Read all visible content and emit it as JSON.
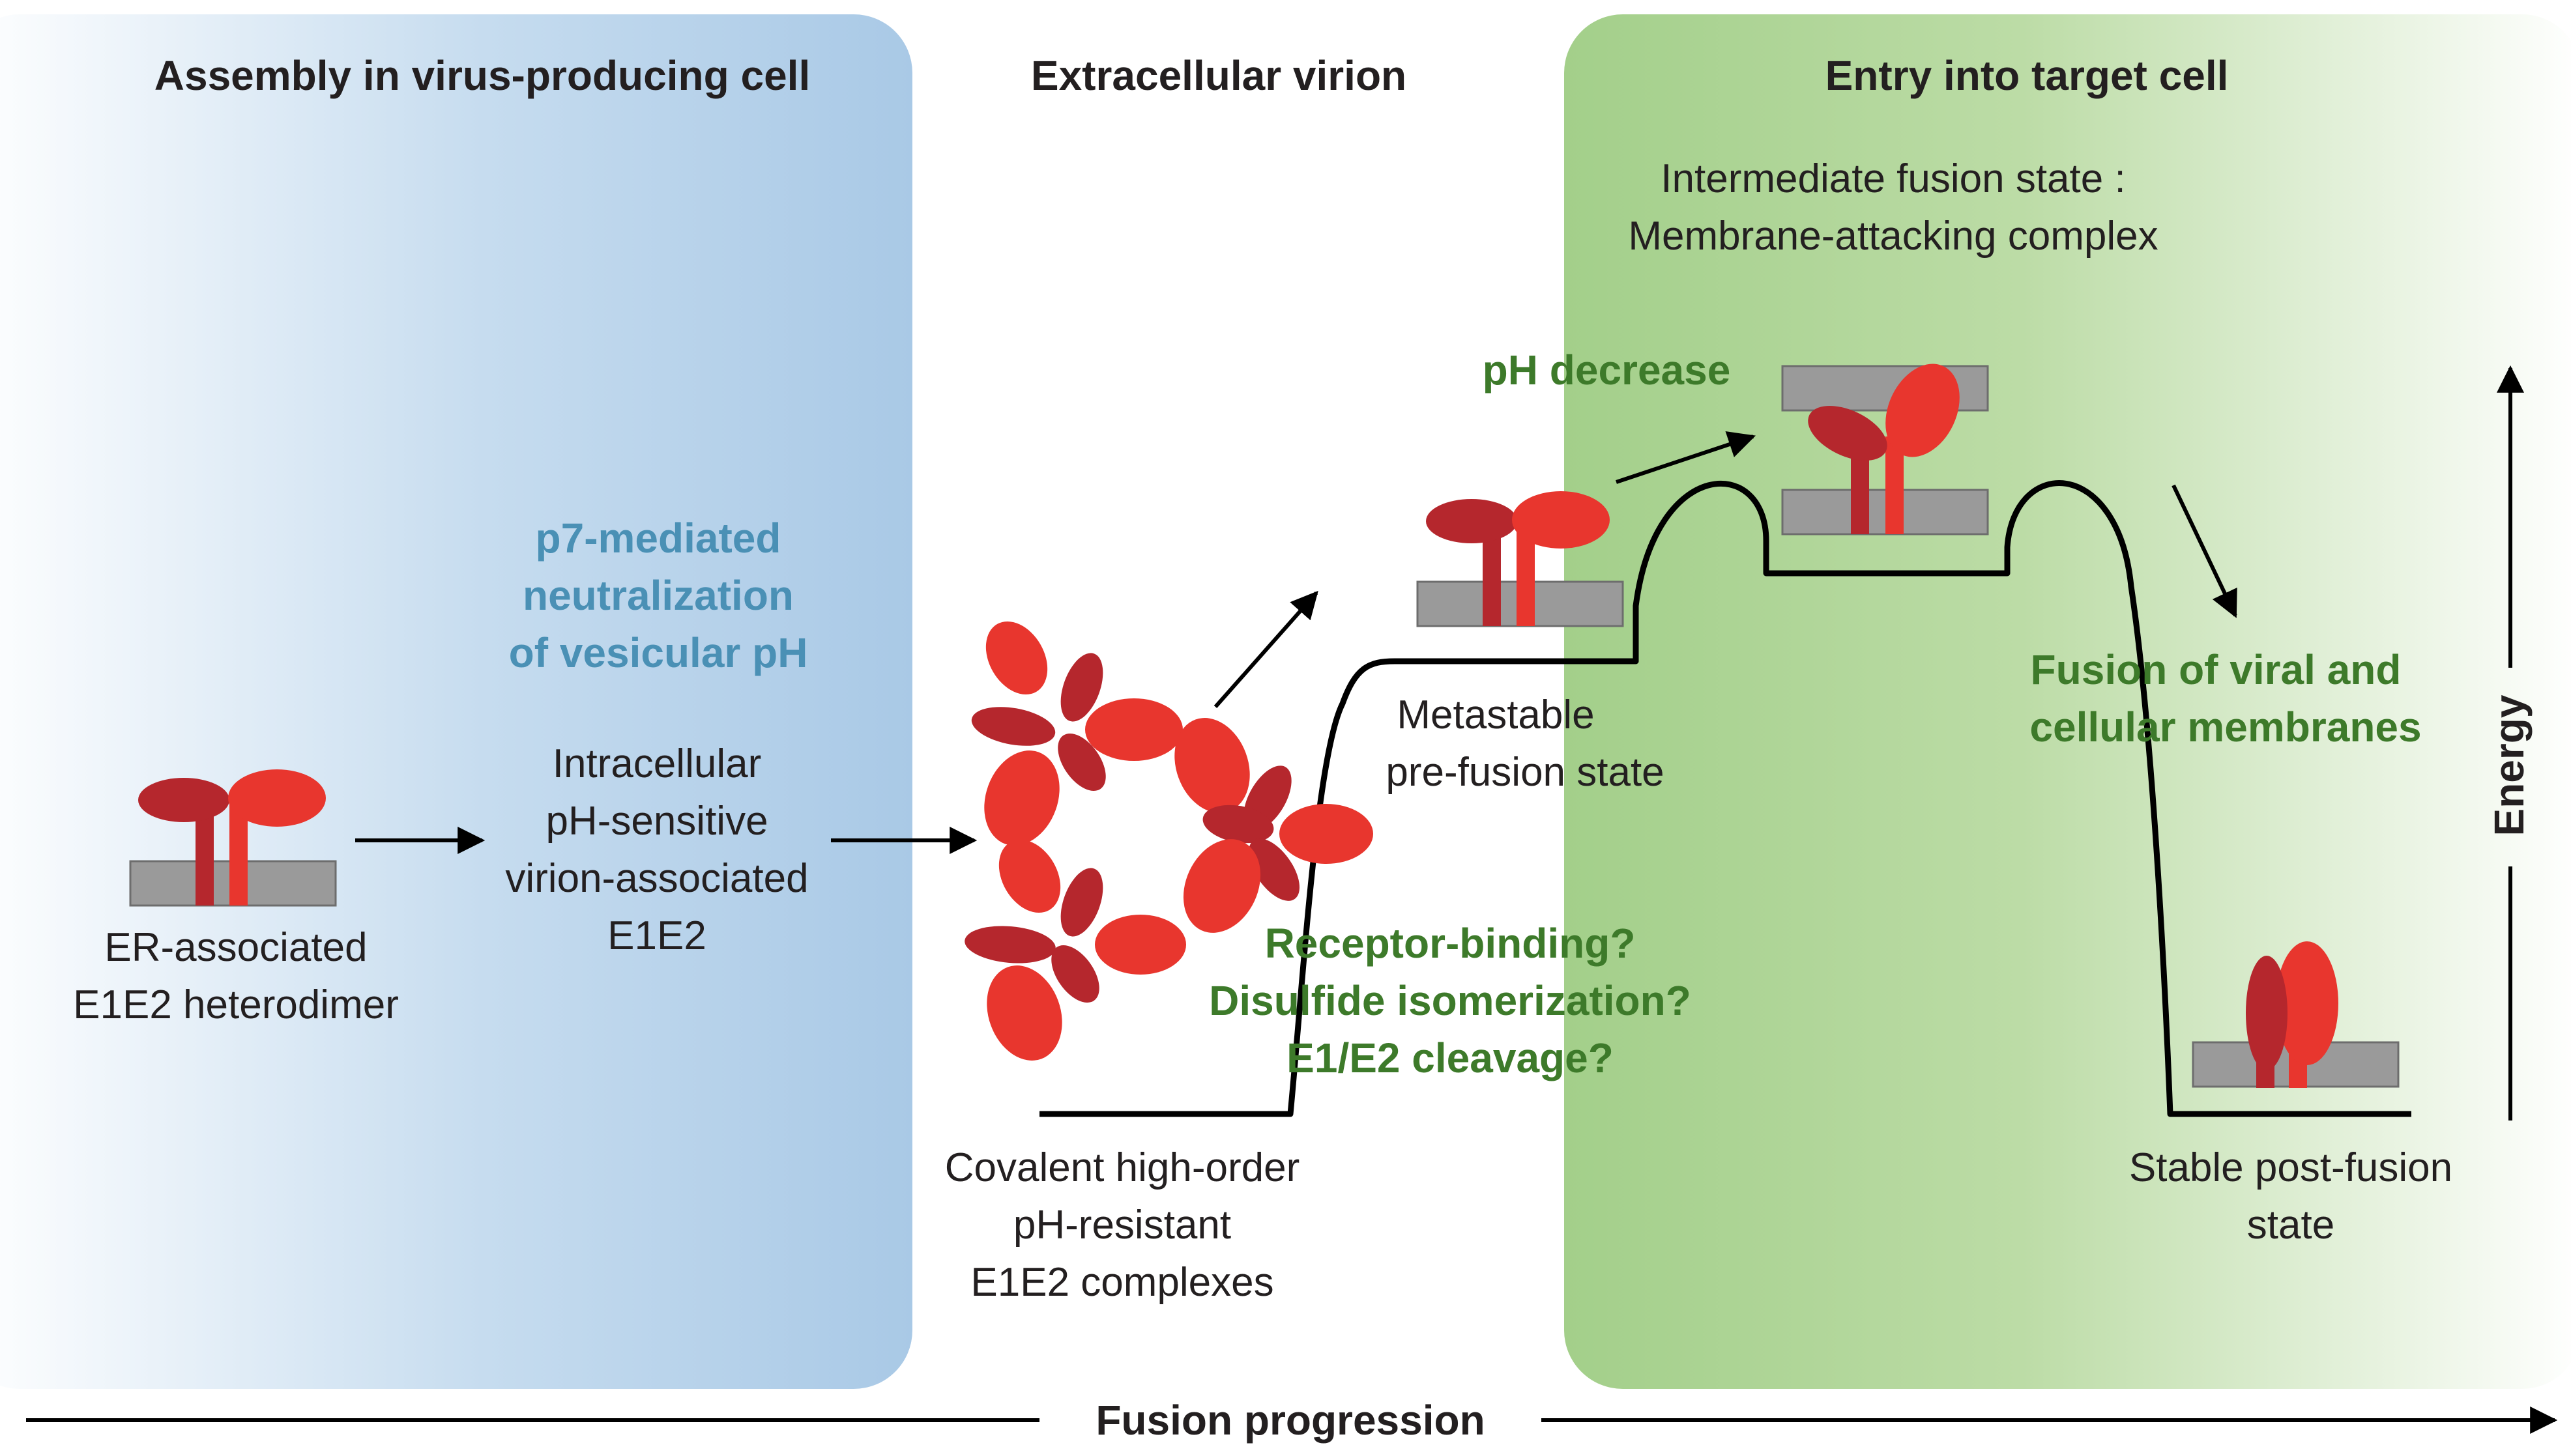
{
  "panels": {
    "assembly": "Assembly in virus-producing cell",
    "extracellular": "Extracellular virion",
    "entry": "Entry into target cell"
  },
  "states": {
    "er": [
      "ER-associated",
      "E1E2 heterodimer"
    ],
    "intracellular": [
      "Intracellular",
      "pH-sensitive",
      "virion-associated",
      "E1E2"
    ],
    "covalent": [
      "Covalent high-order",
      "pH-resistant",
      "E1E2 complexes"
    ],
    "metastable": [
      "Metastable",
      "pre-fusion state"
    ],
    "intermediate": [
      "Intermediate fusion state :",
      "Membrane-attacking complex"
    ],
    "postfusion": [
      "Stable post-fusion",
      "state"
    ]
  },
  "annotations": {
    "p7": [
      "p7-mediated",
      "neutralization",
      "of vesicular pH"
    ],
    "triggers": [
      "Receptor-binding?",
      "Disulfide isomerization?",
      "E1/E2 cleavage?"
    ],
    "ph_decrease": "pH decrease",
    "fusion": [
      "Fusion of viral and",
      "cellular membranes"
    ]
  },
  "axes": {
    "energy": "Energy",
    "progression": "Fusion progression"
  },
  "colors": {
    "blue_panel": "#a9c9e6",
    "green_panel": "#a3cf8a",
    "protein_dark": "#b5272d",
    "protein_light": "#e8362e",
    "membrane": "#9a9a9a",
    "blue_text": "#4a90b5",
    "green_text": "#3d7a2a"
  }
}
